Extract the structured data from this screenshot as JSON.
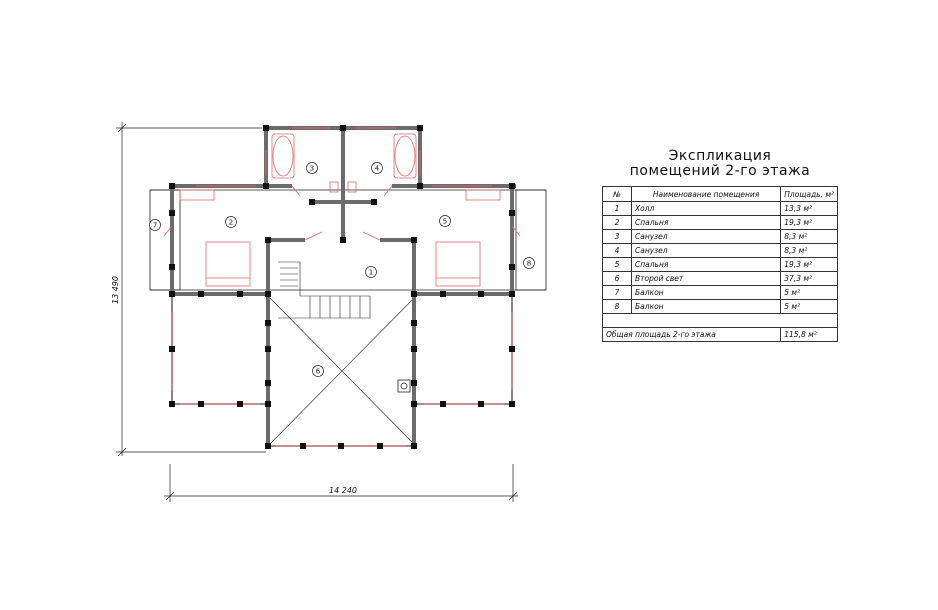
{
  "plan": {
    "dim_width": "14 240",
    "dim_height": "13 490",
    "room_markers": [
      "1",
      "2",
      "3",
      "4",
      "5",
      "6",
      "7",
      "8"
    ]
  },
  "table": {
    "title_line1": "Экспликация",
    "title_line2": "помещений 2-го этажа",
    "col_num": "№",
    "col_name": "Наименование помещения",
    "col_area": "Площадь, м²",
    "rows": [
      {
        "num": "1",
        "name": "Холл",
        "area": "13,3 м²"
      },
      {
        "num": "2",
        "name": "Спальня",
        "area": "19,3 м²"
      },
      {
        "num": "3",
        "name": "Санузел",
        "area": "8,3 м²"
      },
      {
        "num": "4",
        "name": "Санузел",
        "area": "8,3 м²"
      },
      {
        "num": "5",
        "name": "Спальня",
        "area": "19,3 м²"
      },
      {
        "num": "6",
        "name": "Второй свет",
        "area": "37,3 м²"
      },
      {
        "num": "7",
        "name": "Балкон",
        "area": "5 м²"
      },
      {
        "num": "8",
        "name": "Балкон",
        "area": "5 м²"
      }
    ],
    "total_label": "Общая площадь 2-го этажа",
    "total_value": "115,8 м²"
  },
  "colors": {
    "wall": "#6b6b6b",
    "post": "#111111",
    "furniture": "#e06a6a",
    "line": "#222222"
  }
}
